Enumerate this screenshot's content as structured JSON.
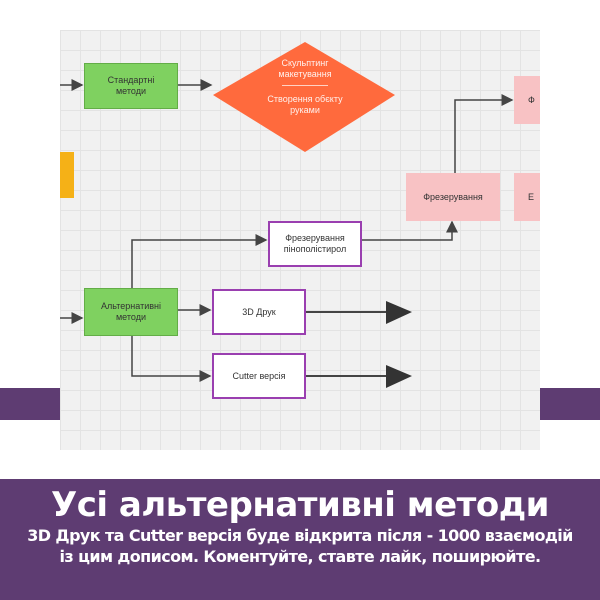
{
  "diagram": {
    "nodes": {
      "standard_methods": "Стандартні методи",
      "diamond_line1": "Скульптинг макетування",
      "diamond_line2": "Створення обєкту руками",
      "top_right_partial": "Ф",
      "milling": "Фрезерування",
      "right_partial": "Е",
      "milling_foam": "Фрезерування пінополістирол",
      "alternative_methods": "Альтернативні методи",
      "print_3d": "3D Друк",
      "cutter_version": "Cutter версія"
    },
    "colors": {
      "green": "#7fd160",
      "orange": "#ff6a3d",
      "pink": "#f8c2c4",
      "yellow": "#f5b117",
      "purple_border": "#9a3fb0",
      "band": "#5e3c72"
    }
  },
  "caption": {
    "title": "Усі альтернативні методи",
    "line1": "3D Друк та Cutter версія буде відкрита після - 1000 взаємодій",
    "line2": "із цим дописом. Коментуйте, ставте лайк, поширюйте."
  }
}
